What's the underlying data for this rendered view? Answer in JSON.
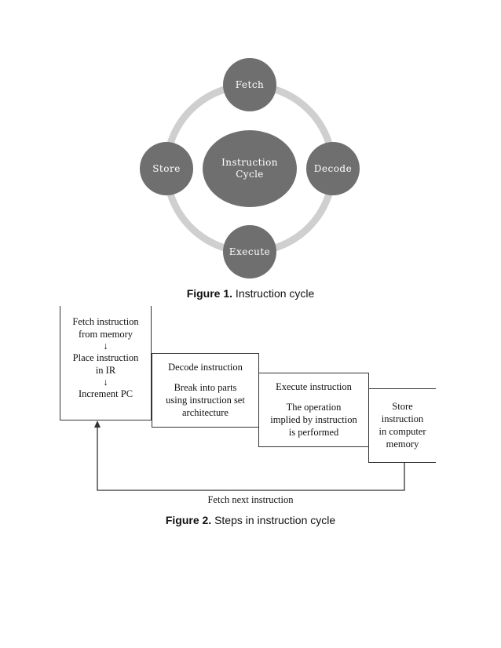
{
  "figure1": {
    "center": [
      "Instruction",
      "Cycle"
    ],
    "fetch": "Fetch",
    "decode": "Decode",
    "execute": "Execute",
    "store": "Store",
    "caption_bold": "Figure 1.",
    "caption_text": " Instruction cycle"
  },
  "figure2": {
    "fetch_box": {
      "line1": "Fetch instruction",
      "line2": "from memory",
      "arrow1": "↓",
      "line3": "Place instruction",
      "line4": "in IR",
      "arrow2": "↓",
      "line5": "Increment PC"
    },
    "decode_box": {
      "title": "Decode instruction",
      "line1": "Break into parts",
      "line2": "using instruction set",
      "line3": "architecture"
    },
    "execute_box": {
      "title": "Execute instruction",
      "line1": "The operation",
      "line2": "implied by instruction",
      "line3": "is performed"
    },
    "store_box": {
      "line1": "Store",
      "line2": "instruction",
      "line3": "in computer",
      "line4": "memory"
    },
    "fetch_next": "Fetch next instruction",
    "caption_bold": "Figure 2.",
    "caption_text": " Steps in instruction cycle"
  },
  "colors": {
    "node_fill": "#6f6f6f",
    "ring": "#cfcfcf"
  }
}
